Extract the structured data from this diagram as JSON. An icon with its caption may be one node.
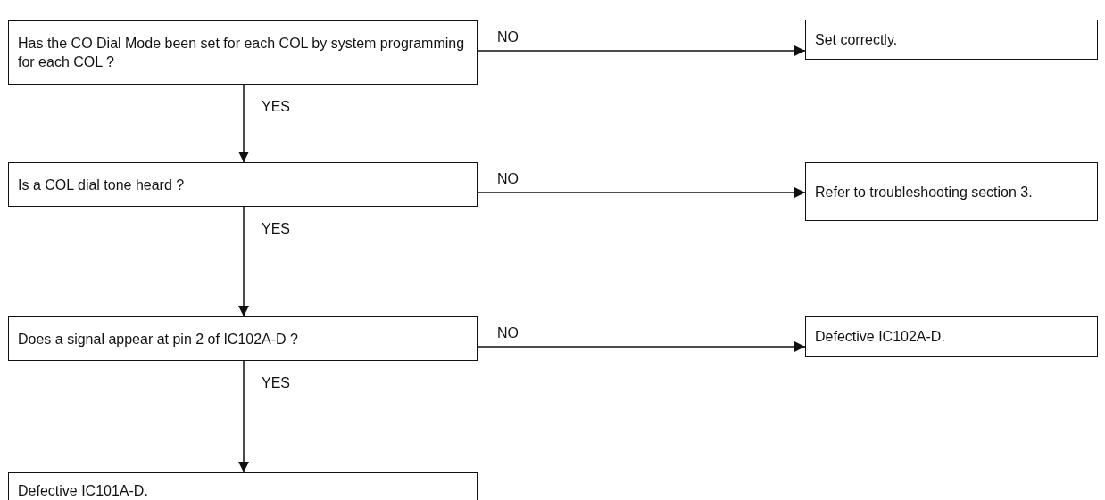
{
  "diagram": {
    "nodes": [
      {
        "text": [
          "Has the CO Dial Mode been set for each COL by system programming for each COL ?"
        ]
      },
      {
        "text": [
          "Set correctly."
        ]
      },
      {
        "text": [
          "Is a COL dial tone heard ?"
        ]
      },
      {
        "text": [
          "Refer to troubleshooting section 3."
        ]
      },
      {
        "text": [
          "Does a signal appear at pin 2 of IC102A-D ?"
        ]
      },
      {
        "text": [
          "Defective IC102A-D."
        ]
      },
      {
        "text": [
          "Defective IC101A-D."
        ]
      }
    ],
    "edges": [
      {
        "from": 0,
        "to": 1,
        "arrow": "to",
        "label": "NO"
      },
      {
        "from": 0,
        "to": 2,
        "arrow": "to",
        "label": "YES"
      },
      {
        "from": 2,
        "to": 3,
        "arrow": "to",
        "label": "NO"
      },
      {
        "from": 2,
        "to": 4,
        "arrow": "to",
        "label": "YES"
      },
      {
        "from": 4,
        "to": 5,
        "arrow": "to",
        "label": "NO"
      },
      {
        "from": 4,
        "to": 6,
        "arrow": "to",
        "label": "YES"
      }
    ]
  }
}
